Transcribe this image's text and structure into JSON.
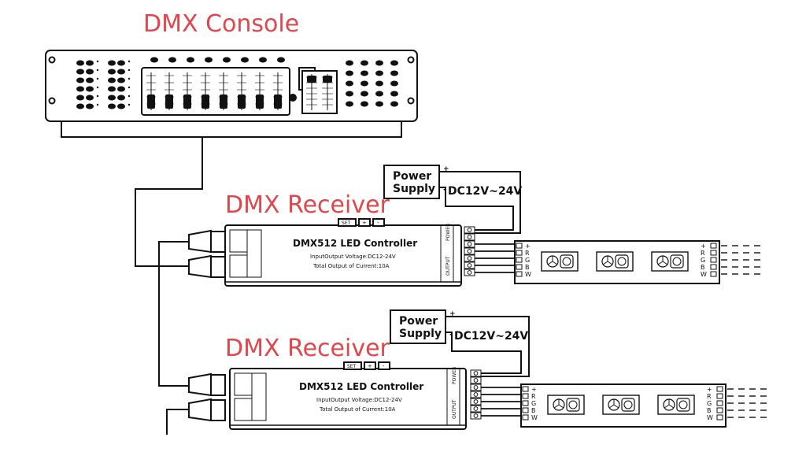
{
  "console": {
    "title": "DMX Console"
  },
  "receivers": [
    {
      "title": "DMX Receiver",
      "controller": {
        "name": "DMX512 LED Controller",
        "spec1": "InputOutput Voltage:DC12-24V",
        "spec2": "Total Output of Current:10A",
        "btn_set": "SET",
        "btn_plus": "+",
        "btn_minus": "-",
        "power_tag": "POWER",
        "output_tag": "OUTPUT"
      },
      "psu": {
        "line1": "Power",
        "line2": "Supply",
        "plus": "+",
        "minus": "-",
        "voltage": "DC12V~24V"
      },
      "strip": {
        "pins": [
          "+",
          "R",
          "G",
          "B",
          "W"
        ]
      }
    },
    {
      "title": "DMX Receiver",
      "controller": {
        "name": "DMX512 LED Controller",
        "spec1": "InputOutput Voltage:DC12-24V",
        "spec2": "Total Output of Current:10A",
        "btn_set": "SET",
        "btn_plus": "+",
        "btn_minus": "-",
        "power_tag": "POWER",
        "output_tag": "OUTPUT"
      },
      "psu": {
        "line1": "Power",
        "line2": "Supply",
        "plus": "+",
        "minus": "-",
        "voltage": "DC12V~24V"
      },
      "strip": {
        "pins": [
          "+",
          "R",
          "G",
          "B",
          "W"
        ]
      }
    }
  ]
}
